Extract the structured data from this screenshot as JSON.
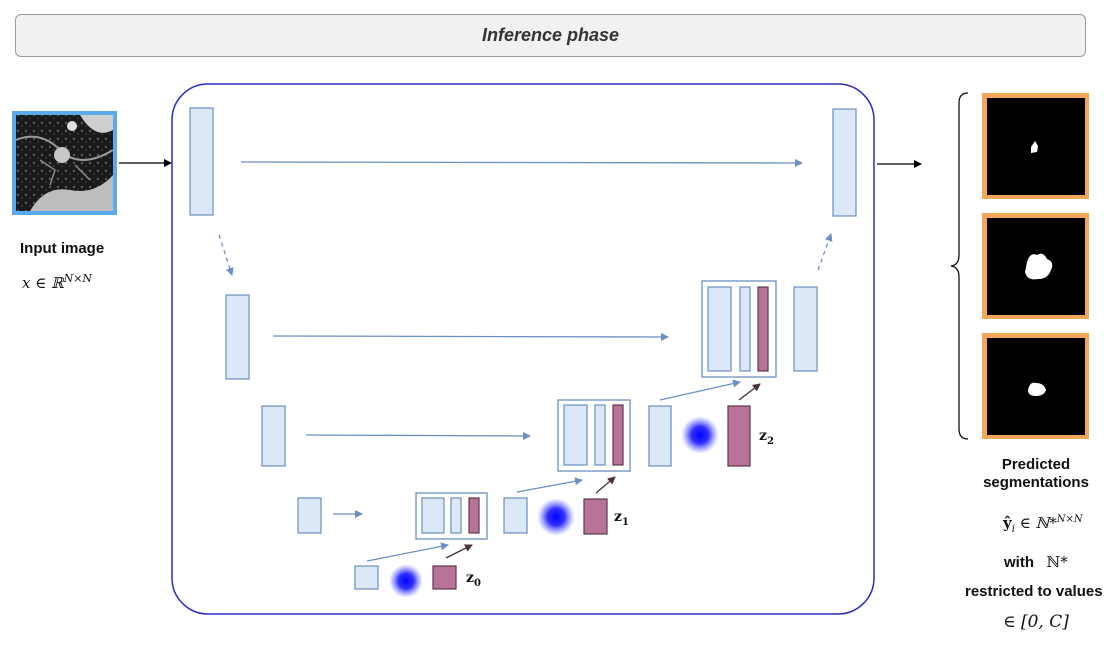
{
  "title": "Inference phase",
  "input": {
    "label": "Input image",
    "formula": "x ∈ ℝ",
    "formula_sup": "N×N"
  },
  "latents": [
    "z",
    "z",
    "z"
  ],
  "latent_subs": [
    "0",
    "1",
    "2"
  ],
  "output": {
    "label_line1": "Predicted",
    "label_line2": "segmentations",
    "formula": "ŷ",
    "formula_sub": "i",
    "formula_rest": " ∈ ℕ*",
    "formula_sup": "N×N",
    "with_label": "with",
    "with_symbol": "ℕ*",
    "restricted_label": "restricted to values",
    "range": "∈ [0, C]"
  },
  "colors": {
    "block_fill": "#dce8f8",
    "block_stroke": "#6b8fc0",
    "latent_fill": "#b87399",
    "latent_stroke": "#5a3a4a",
    "unet_border": "#2b2bbf",
    "input_frame": "#5aaaf0",
    "output_frame": "#f2a65a",
    "arrow": "#6b8fc0",
    "blob": "#0000ff"
  }
}
